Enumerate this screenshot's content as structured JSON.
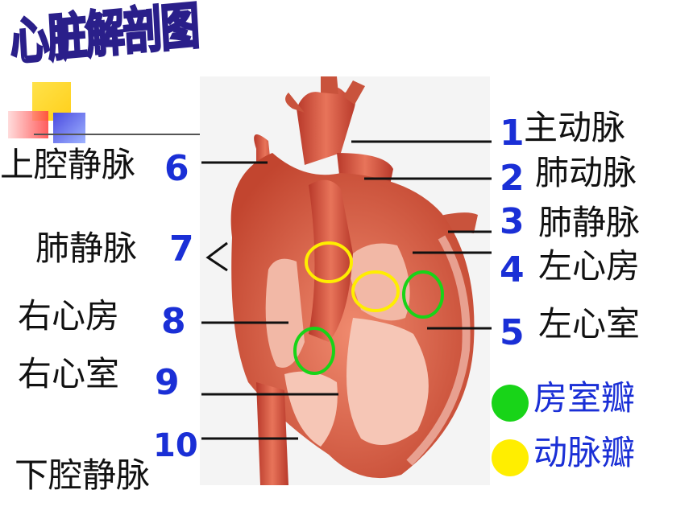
{
  "title": "心脏解剖图",
  "labels": {
    "n1": "1",
    "t1": "主动脉",
    "n2": "2",
    "t2": "肺动脉",
    "n3": "3",
    "t3": "肺静脉",
    "n4": "4",
    "t4": "左心房",
    "n5": "5",
    "t5": "左心室",
    "n6": "6",
    "t6": "上腔静脉",
    "n7": "7",
    "t7": "肺静脉",
    "n8": "8",
    "t8": "右心房",
    "n9": "9",
    "t9": "右心室",
    "n10": "10",
    "t10": "下腔静脉"
  },
  "legend": {
    "av_valve": "房室瓣",
    "artery_valve": "动脉瓣"
  },
  "colors": {
    "number_blue": "#1a2fd6",
    "av_valve_green": "#18d418",
    "artery_valve_yellow": "#ffee00",
    "heart_muscle": "#d45a44"
  }
}
